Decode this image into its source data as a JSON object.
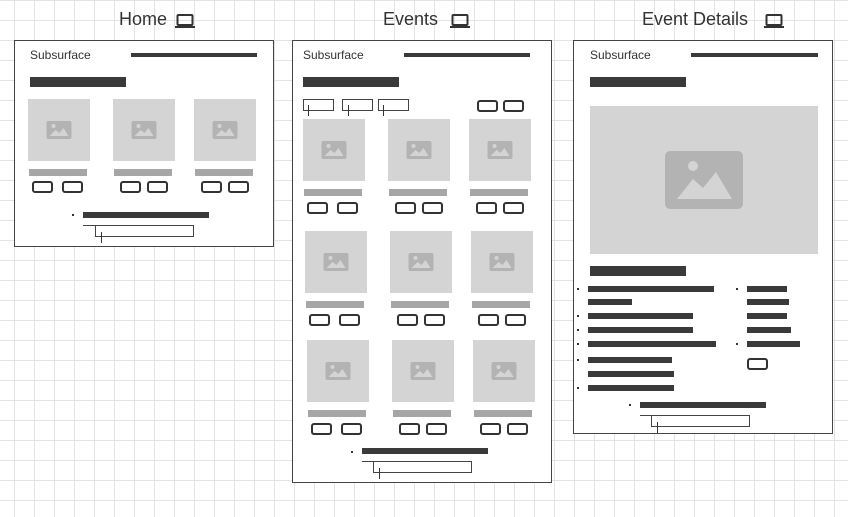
{
  "screens": [
    {
      "title": "Home",
      "icon": "laptop-icon",
      "brand": "Subsurface"
    },
    {
      "title": "Events",
      "icon": "laptop-icon",
      "brand": "Subsurface"
    },
    {
      "title": "Event Details",
      "icon": "laptop-icon",
      "brand": "Subsurface"
    }
  ],
  "icons": {
    "image_placeholder": "image-icon",
    "device": "laptop-icon"
  },
  "colors": {
    "bar_dark": "#3a3a3a",
    "bar_light": "#a6a6a6",
    "image_fill": "#d4d4d4",
    "grid": "#e3e3e3"
  }
}
